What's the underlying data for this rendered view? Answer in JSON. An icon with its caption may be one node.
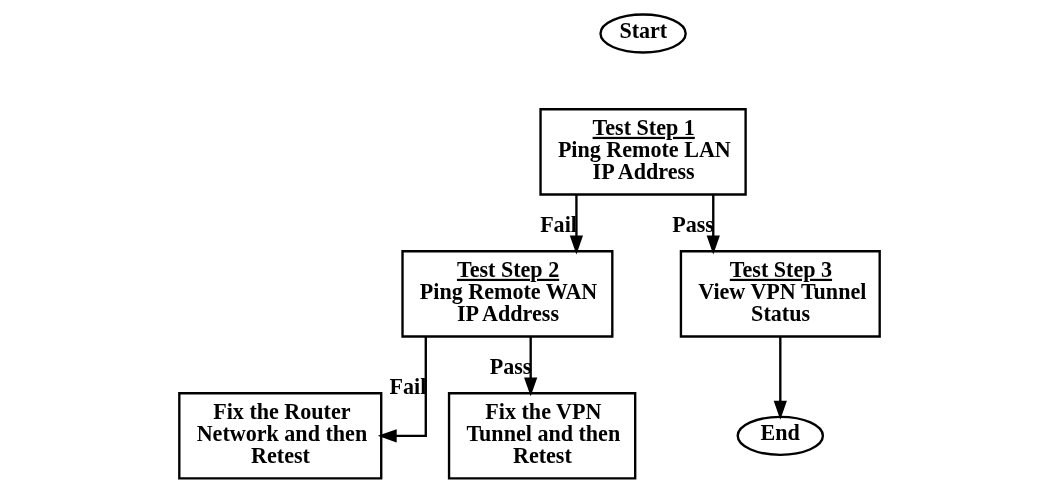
{
  "diagram": {
    "nodes": [
      {
        "text": [
          "Start"
        ]
      },
      {
        "text": [
          "Test Step 1",
          "Ping Remote LAN IP Address"
        ]
      },
      {
        "text": [
          "Test Step 2",
          "Ping Remote WAN IP Address"
        ]
      },
      {
        "text": [
          "Test Step 3",
          "View VPN Tunnel Status"
        ]
      },
      {
        "text": [
          "Fix the Router Network and then Retest"
        ]
      },
      {
        "text": [
          "Fix the VPN Tunnel and then Retest"
        ]
      },
      {
        "text": [
          "End"
        ]
      }
    ],
    "edges": [
      {
        "from": 1,
        "to": 2,
        "arrow": "to",
        "label": "Fail"
      },
      {
        "from": 1,
        "to": 3,
        "arrow": "to",
        "label": "Pass"
      },
      {
        "from": 2,
        "to": 4,
        "arrow": "to",
        "label": "Fail"
      },
      {
        "from": 2,
        "to": 5,
        "arrow": "to",
        "label": "Pass"
      },
      {
        "from": 3,
        "to": 6,
        "arrow": "to"
      }
    ]
  }
}
